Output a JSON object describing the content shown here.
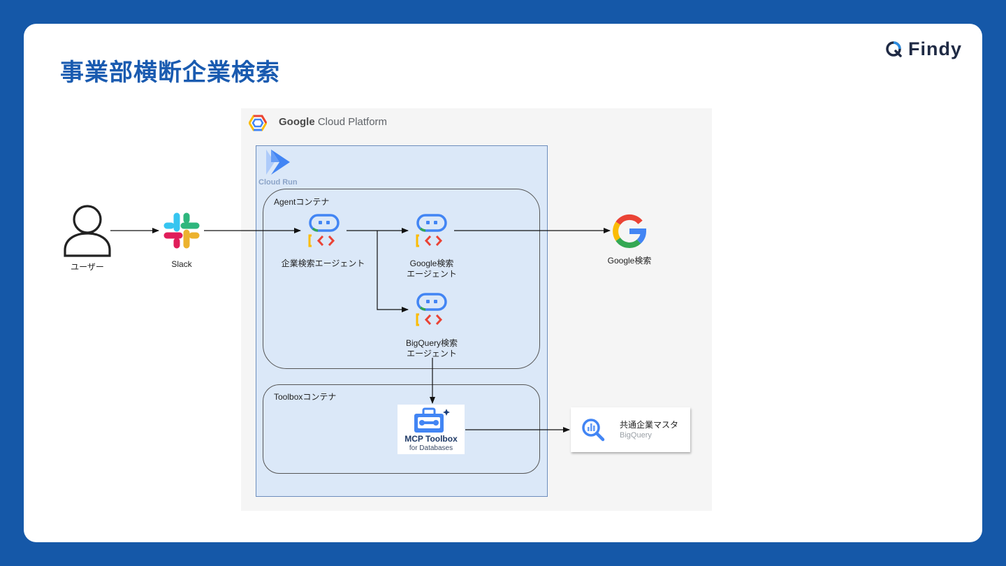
{
  "slide": {
    "title": "事業部横断企業検索",
    "logo_text": "Findy"
  },
  "gcp": {
    "title_bold": "Google",
    "title_rest": " Cloud Platform",
    "cloud_run_label": "Cloud Run"
  },
  "containers": {
    "agent_label": "Agentコンテナ",
    "toolbox_label": "Toolboxコンテナ"
  },
  "nodes": {
    "user": "ユーザー",
    "slack": "Slack",
    "company_agent": "企業検索エージェント",
    "google_agent_l1": "Google検索",
    "google_agent_l2": "エージェント",
    "bq_agent_l1": "BigQuery検索",
    "bq_agent_l2": "エージェント",
    "google_search": "Google検索",
    "mcp_title": "MCP Toolbox",
    "mcp_sub": "for Databases",
    "bq_name": "共通企業マスタ",
    "bq_sub": "BigQuery"
  },
  "colors": {
    "background": "#1558a8",
    "title": "#1a5bb0",
    "cloud_run_fill": "#dbe8f8",
    "gcp_fill": "#f5f5f5"
  },
  "edges": [
    {
      "from": "user",
      "to": "slack"
    },
    {
      "from": "slack",
      "to": "company_agent"
    },
    {
      "from": "company_agent",
      "to": "google_agent"
    },
    {
      "from": "company_agent",
      "to": "bq_agent"
    },
    {
      "from": "google_agent",
      "to": "google_search"
    },
    {
      "from": "bq_agent",
      "to": "mcp_toolbox"
    },
    {
      "from": "mcp_toolbox",
      "to": "bq_table"
    }
  ]
}
